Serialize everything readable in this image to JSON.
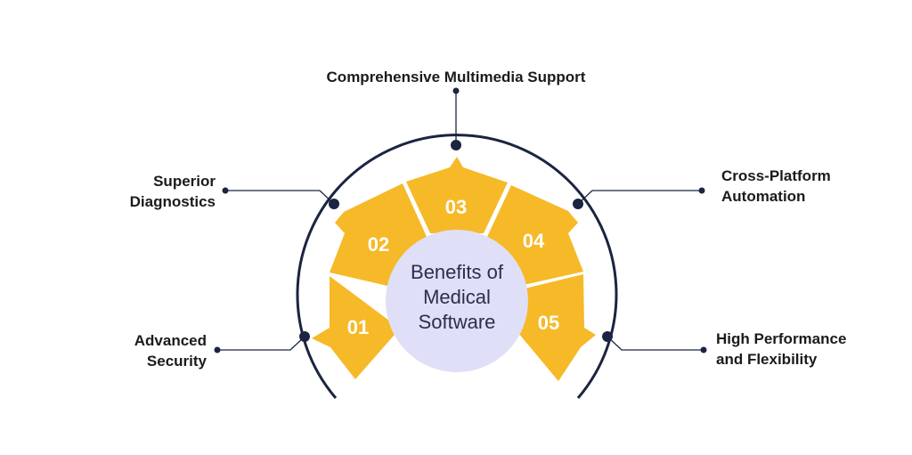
{
  "center": {
    "lines": [
      "Benefits of",
      "Medical",
      "Software"
    ]
  },
  "segments": [
    {
      "number": "01",
      "label": [
        "Advanced",
        "Security"
      ]
    },
    {
      "number": "02",
      "label": [
        "Superior",
        "Diagnostics"
      ]
    },
    {
      "number": "03",
      "label": [
        "Comprehensive Multimedia Support"
      ]
    },
    {
      "number": "04",
      "label": [
        "Cross-Platform",
        "Automation"
      ]
    },
    {
      "number": "05",
      "label": [
        "High Performance",
        "and Flexibility"
      ]
    }
  ],
  "colors": {
    "segment": "#f6b928",
    "segment_text": "#ffffff",
    "center_fill": "#dfdff7",
    "center_text": "#2b2f4a",
    "arc": "#1b2440",
    "connector": "#1b2440"
  }
}
